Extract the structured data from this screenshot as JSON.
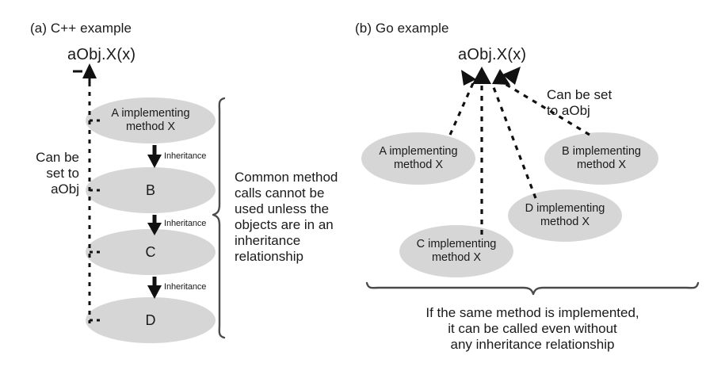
{
  "figure": {
    "background": "#ffffff",
    "ellipse_fill": "#d6d6d6",
    "stroke_color": "#1a1a1a",
    "brace_color": "#4a4a4a"
  },
  "panel_a": {
    "title": "(a) C++ example",
    "call_label": "aObj.X(x)",
    "side_note": "Can be\nset to\naObj",
    "side_note_lines": [
      "Can be",
      "set to",
      "aObj"
    ],
    "brace_note": "Common method\ncalls cannot be\nused unless the\nobjects are in an\ninheritance\nrelationship",
    "brace_note_lines": [
      "Common method",
      "calls cannot be",
      "used unless the",
      "objects are in an",
      "inheritance",
      "relationship"
    ],
    "nodes": [
      {
        "id": "A",
        "label": "A implementing\nmethod X",
        "size": "small"
      },
      {
        "id": "B",
        "label": "B",
        "size": "big"
      },
      {
        "id": "C",
        "label": "C",
        "size": "big"
      },
      {
        "id": "D",
        "label": "D",
        "size": "big"
      }
    ],
    "edges": [
      {
        "from": "A",
        "to": "B",
        "label": "Inheritance"
      },
      {
        "from": "B",
        "to": "C",
        "label": "Inheritance"
      },
      {
        "from": "C",
        "to": "D",
        "label": "Inheritance"
      }
    ]
  },
  "panel_b": {
    "title": "(b) Go example",
    "call_label": "aObj.X(x)",
    "side_note": "Can be set\nto aObj",
    "side_note_lines": [
      "Can be set",
      "to aObj"
    ],
    "brace_note": "If the same method is implemented,\nit can be called even without\nany inheritance relationship",
    "brace_note_lines": [
      "If the same method is implemented,",
      "it can be called even without",
      "any inheritance relationship"
    ],
    "nodes": [
      {
        "id": "A",
        "label": "A implementing\nmethod X"
      },
      {
        "id": "B",
        "label": "B implementing\nmethod X"
      },
      {
        "id": "C",
        "label": "C implementing\nmethod X"
      },
      {
        "id": "D",
        "label": "D implementing\nmethod X"
      }
    ]
  }
}
